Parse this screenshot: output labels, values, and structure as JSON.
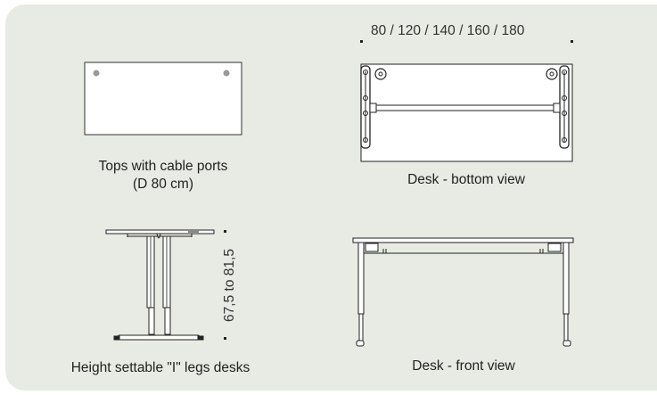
{
  "labels": {
    "tops_line1": "Tops with cable ports",
    "tops_line2": "(D 80 cm)",
    "bottom_view": "Desk - bottom view",
    "legs": "Height settable \"I\" legs desks",
    "front_view": "Desk - front view"
  },
  "dimensions": {
    "widths": "80 / 120 / 140 / 160 / 180",
    "height": "67,5 to 81,5"
  },
  "colors": {
    "panel": "#e7ebe3",
    "top_fill": "#ffffff",
    "line": "#333333"
  }
}
